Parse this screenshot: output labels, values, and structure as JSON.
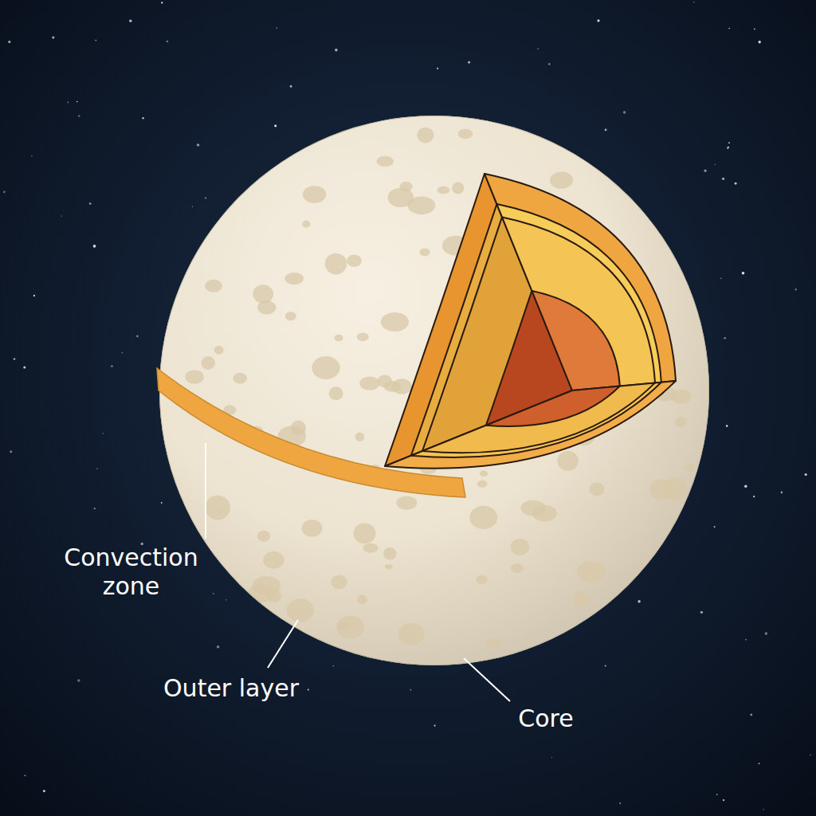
{
  "diagram": {
    "labels": [
      "Convection zone",
      "Outer layer",
      "Core"
    ]
  }
}
